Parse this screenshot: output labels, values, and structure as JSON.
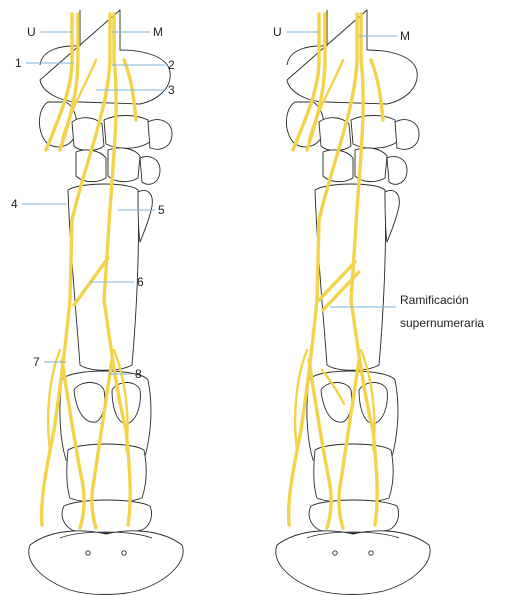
{
  "left_labels": {
    "u": "U",
    "m": "M",
    "n1": "1",
    "n2": "2",
    "n3": "3",
    "n4": "4",
    "n5": "5",
    "n6": "6",
    "n7": "7",
    "n8": "8"
  },
  "right_labels": {
    "u": "U",
    "m": "M",
    "branch_line1": "Ramificación",
    "branch_line2": "supernumeraria"
  },
  "colors": {
    "nerve": "#f3d34a",
    "leader": "#7fb2d8",
    "bone_outline": "#2a2a2a"
  }
}
